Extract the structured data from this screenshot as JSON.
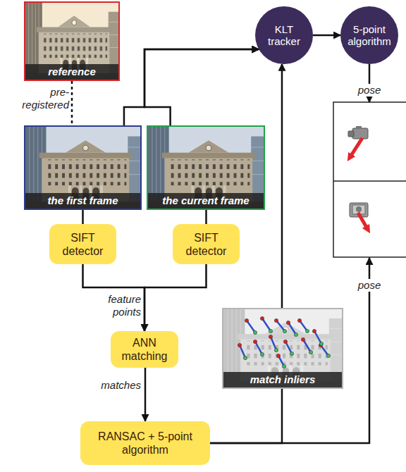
{
  "diagram": {
    "nodes": [
      {
        "text": [
          "reference"
        ]
      },
      {
        "text": [
          "KLT tracker"
        ]
      },
      {
        "text": [
          "5-point algorithm"
        ]
      },
      {
        "text": [
          "the first frame"
        ]
      },
      {
        "text": [
          "the current frame"
        ]
      },
      {
        "text": [
          "SIFT detector"
        ]
      },
      {
        "text": [
          "SIFT detector"
        ]
      },
      {
        "text": [
          "ANN matching"
        ]
      },
      {
        "text": [
          "match inliers"
        ]
      },
      {
        "text": [
          "RANSAC + 5-point algorithm"
        ]
      }
    ],
    "edges": [
      {
        "from": 0,
        "to": 3,
        "arrow": "none",
        "label": "pre-registered"
      },
      {
        "from": 3,
        "to": 1,
        "arrow": "to"
      },
      {
        "from": 4,
        "to": 1,
        "arrow": "to"
      },
      {
        "from": 1,
        "to": 2,
        "arrow": "to"
      },
      {
        "from": 3,
        "to": 5,
        "arrow": "none"
      },
      {
        "from": 4,
        "to": 6,
        "arrow": "none"
      },
      {
        "from": 5,
        "to": 7,
        "arrow": "to",
        "label": "feature points"
      },
      {
        "from": 6,
        "to": 7,
        "arrow": "to"
      },
      {
        "from": 7,
        "to": 9,
        "arrow": "to",
        "label": "matches"
      },
      {
        "from": 9,
        "to": 8,
        "arrow": "none"
      },
      {
        "from": 8,
        "to": 1,
        "arrow": "to"
      }
    ],
    "labels": [
      "pose",
      "pose"
    ]
  }
}
